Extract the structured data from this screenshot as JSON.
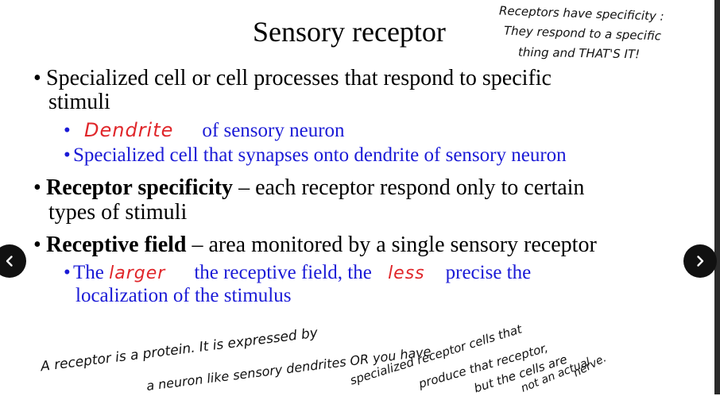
{
  "slide": {
    "title": "Sensory receptor",
    "note_top": [
      "Receptors have specificity :",
      "They respond to a specific",
      "thing and THAT'S IT!"
    ],
    "b1": {
      "bullet": "•",
      "text": "Specialized cell or cell processes that respond to specific",
      "cont": "stimuli"
    },
    "b1_sub1": {
      "bullet": "•",
      "hand": "Dendrite",
      "text": "of sensory neuron"
    },
    "b1_sub2": {
      "bullet": "•",
      "text": "Specialized cell that synapses onto dendrite of sensory neuron"
    },
    "b2": {
      "bullet": "•",
      "bold": "Receptor specificity",
      "text": " – each receptor  respond only to certain",
      "cont": "types of stimuli"
    },
    "b3": {
      "bullet": "•",
      "bold": "Receptive field",
      "text": " – area monitored by a single sensory receptor"
    },
    "b3_sub": {
      "bullet": "•",
      "pre": "The ",
      "hand1": "larger",
      "mid": "the receptive field, the ",
      "hand2": "less",
      "post": "precise the",
      "cont": "localization of the stimulus"
    },
    "note_bottom": [
      "A receptor is a protein. It is expressed by",
      "a neuron like sensory dendrites OR you have",
      "specialized receptor cells that",
      "produce that receptor,",
      "but the cells are",
      "not an actual",
      "nerve."
    ]
  },
  "nav": {
    "prev_icon": "chevron-left-icon",
    "next_icon": "chevron-right-icon"
  }
}
